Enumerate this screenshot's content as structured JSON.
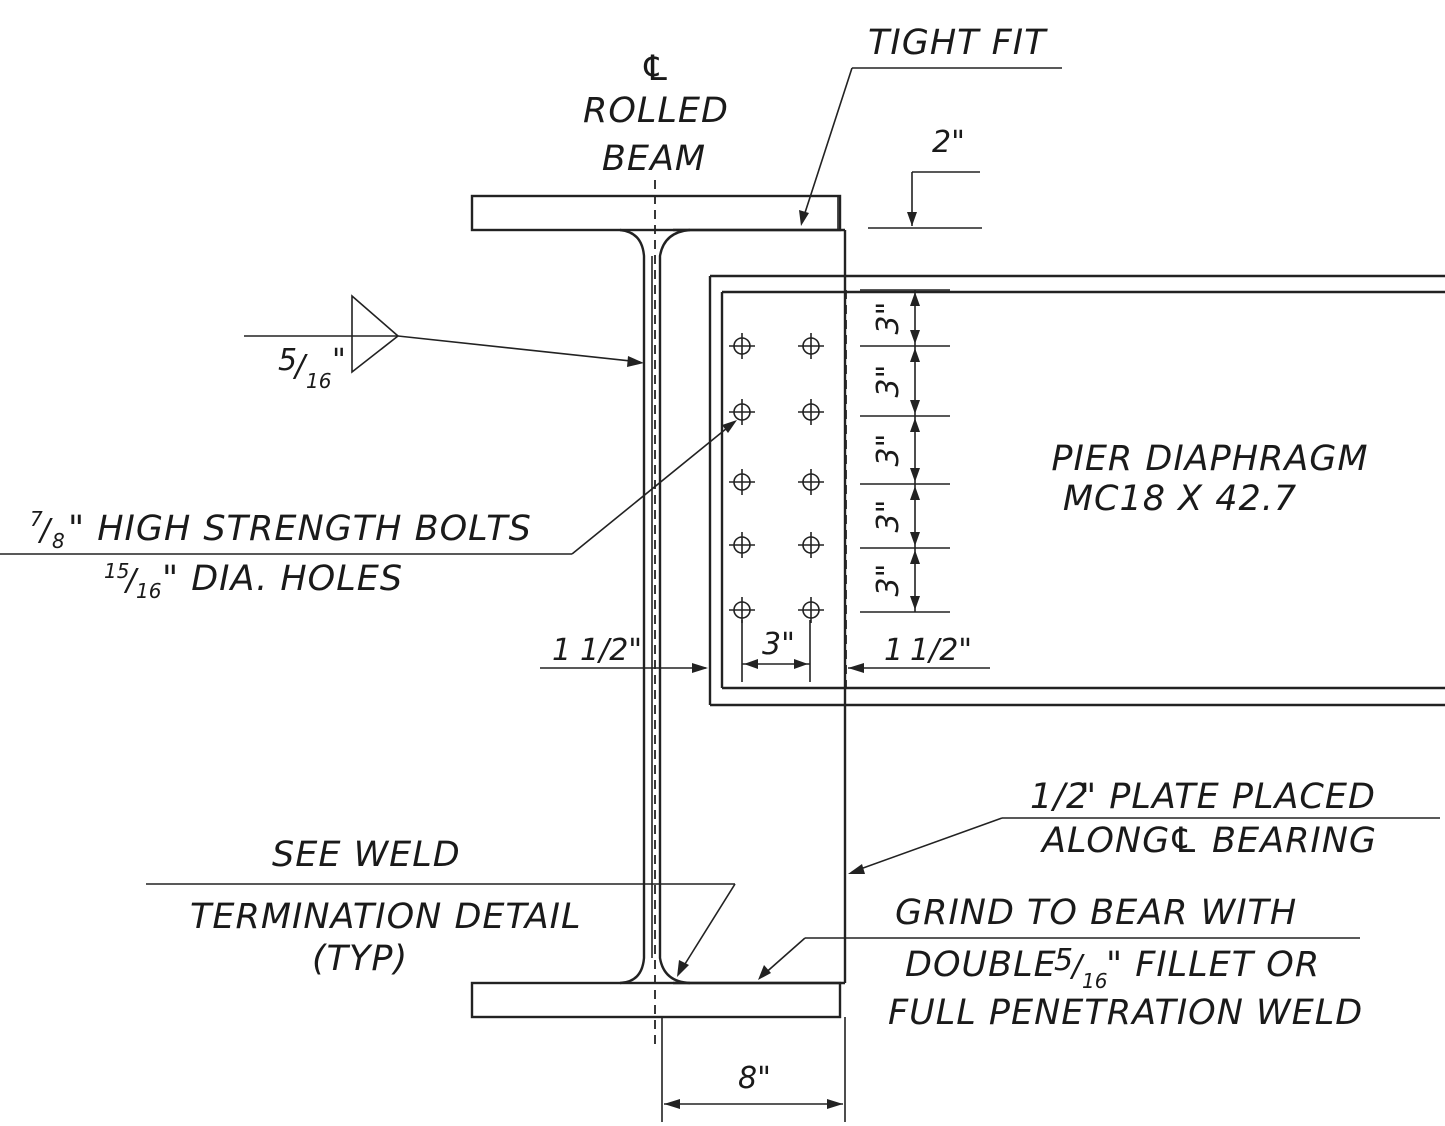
{
  "labels": {
    "tight_fit": "TIGHT FIT",
    "cl_symbol": "℄",
    "rolled": "ROLLED",
    "beam": "BEAM",
    "dim_top": "2\"",
    "weld_size_num": "5",
    "weld_size_den": "16",
    "weld_size_unit": "\"",
    "bolts_num": "7",
    "bolts_den": "8",
    "bolts_text": "\" HIGH STRENGTH BOLTS",
    "holes_num": "15",
    "holes_den": "16",
    "holes_text": "\" DIA. HOLES",
    "edge_left_whole": "1",
    "edge_left_frac": "1/2\"",
    "bolt_gage": "3\"",
    "edge_right_whole": "1",
    "edge_right_frac": "1/2\"",
    "pitch": [
      "3\"",
      "3\"",
      "3\"",
      "3\"",
      "3\""
    ],
    "pier_diaphragm": "PIER DIAPHRAGM",
    "mc_section": "MC18 X 42.7",
    "plate_frac": "1/2",
    "plate_text": "\" PLATE PLACED",
    "along": "ALONG",
    "bearing": "BEARING",
    "see_weld": "SEE WELD",
    "termination": "TERMINATION DETAIL",
    "typ": "(TYP)",
    "grind_1": "GRIND TO BEAR WITH",
    "grind_2a": "DOUBLE",
    "grind_2num": "5",
    "grind_2den": "16",
    "grind_2b": "\" FILLET OR",
    "grind_3": "FULL PENETRATION WELD",
    "dim_bottom": "8\""
  },
  "bolt_pattern": {
    "rows": 5,
    "columns": 2
  }
}
